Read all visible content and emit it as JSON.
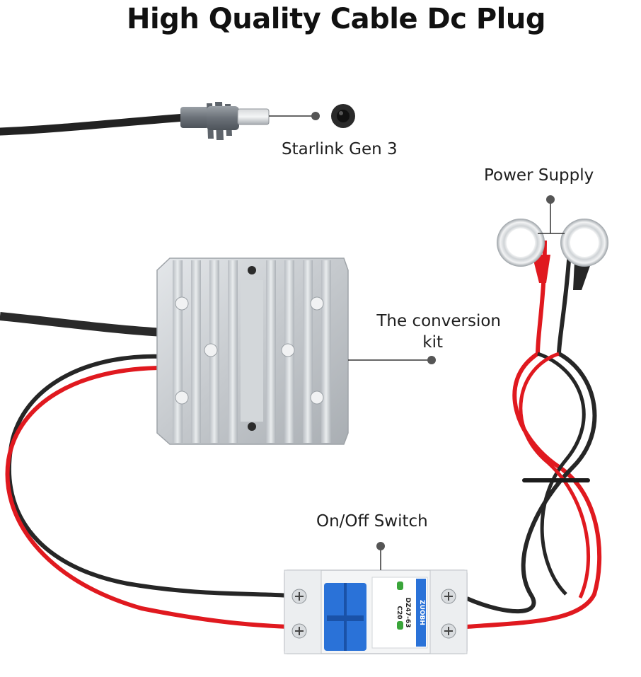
{
  "title": "High Quality Cable Dc Plug",
  "labels": {
    "starlink": "Starlink Gen 3",
    "power_supply": "Power Supply",
    "conversion_kit_line1": "The conversion",
    "conversion_kit_line2": "kit",
    "switch": "On/Off Switch"
  },
  "breaker": {
    "brand": "ZUOBH",
    "model": "DZ47-63",
    "rating": "C20"
  },
  "colors": {
    "red_wire": "#e0191f",
    "black_wire": "#262626",
    "breaker_blue": "#2a72d8",
    "heatsink": "#c9cdd1"
  }
}
